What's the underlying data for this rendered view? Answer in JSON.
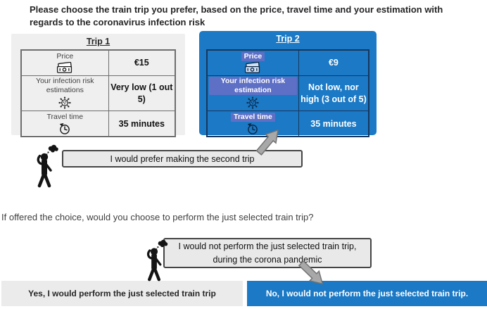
{
  "colors": {
    "blue": "#1b79c5",
    "highlight": "#5e6fc6",
    "navy": "#17375e",
    "panel_gray": "#efefef",
    "banner_gray": "#e9e9e9",
    "arrow_gray": "#a8a8a8"
  },
  "question1": "Please choose the train trip you prefer, based on the price, travel time and your estimation with regards to the coronavirus infection risk",
  "trips": {
    "trip1": {
      "header": "Trip 1",
      "rows": [
        {
          "icon": "money-icon",
          "label": "Price",
          "value": "€15"
        },
        {
          "icon": "virus-icon",
          "label": "Your infection risk estimations",
          "value": "Very low (1 out 5)"
        },
        {
          "icon": "clock-icon",
          "label": "Travel time",
          "value": "35 minutes"
        }
      ]
    },
    "trip2": {
      "header": "Trip 2",
      "rows": [
        {
          "icon": "money-icon",
          "label": "Price",
          "value": "€9"
        },
        {
          "icon": "virus-icon",
          "label": "Your infection risk estimation",
          "value": "Not low, nor high (3 out of 5)"
        },
        {
          "icon": "clock-icon",
          "label": "Travel time",
          "value": "35 minutes"
        }
      ]
    }
  },
  "preference_banner": "I would prefer making the second trip",
  "question2": "If offered the choice, would you choose to perform the just selected train trip?",
  "speech_bubble": {
    "line1": "I would not perform the just selected train trip,",
    "line2": "during the corona pandemic"
  },
  "answers": {
    "yes": "Yes, I would perform the just selected train trip",
    "no": "No, I would not perform the just selected train trip."
  }
}
